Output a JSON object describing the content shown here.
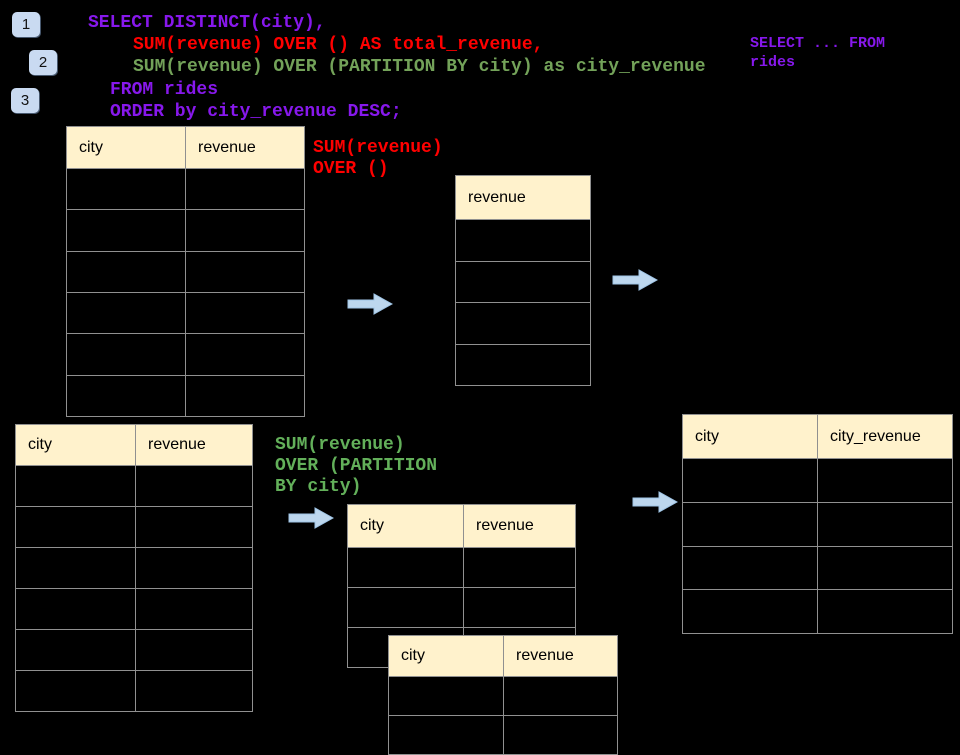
{
  "step_badges": [
    "1",
    "2",
    "3"
  ],
  "code": {
    "line1": "SELECT DISTINCT(city),",
    "line2": "SUM(revenue) OVER () AS total_revenue,",
    "line3": "SUM(revenue) OVER (PARTITION BY city) as city_revenue",
    "line4": "FROM rides",
    "line5": "ORDER by city_revenue DESC;"
  },
  "side_note": "SELECT ... FROM rides",
  "annotations": {
    "total": "SUM(revenue)\nOVER ()",
    "partition": "SUM(revenue)\nOVER (PARTITION\nBY city)"
  },
  "tables": {
    "source_top": {
      "headers": [
        "city",
        "revenue"
      ],
      "rows": 6
    },
    "total_result": {
      "headers": [
        "revenue"
      ],
      "rows": 4
    },
    "source_bottom": {
      "headers": [
        "city",
        "revenue"
      ],
      "rows": 6
    },
    "partition_step": {
      "headers": [
        "city",
        "revenue"
      ],
      "rows": 3
    },
    "partition_overlay": {
      "headers": [
        "city",
        "revenue"
      ],
      "rows": 2
    },
    "final_result": {
      "headers": [
        "city",
        "city_revenue"
      ],
      "rows": 4
    }
  },
  "colors": {
    "purple": "#8718EC",
    "red": "#FF0000",
    "green_code": "#73A259",
    "green_label": "#63B05A",
    "header_bg": "#FFF2CC",
    "badge_blue": "#C9DAF1",
    "arrow_blue": "#BDD7EE"
  }
}
